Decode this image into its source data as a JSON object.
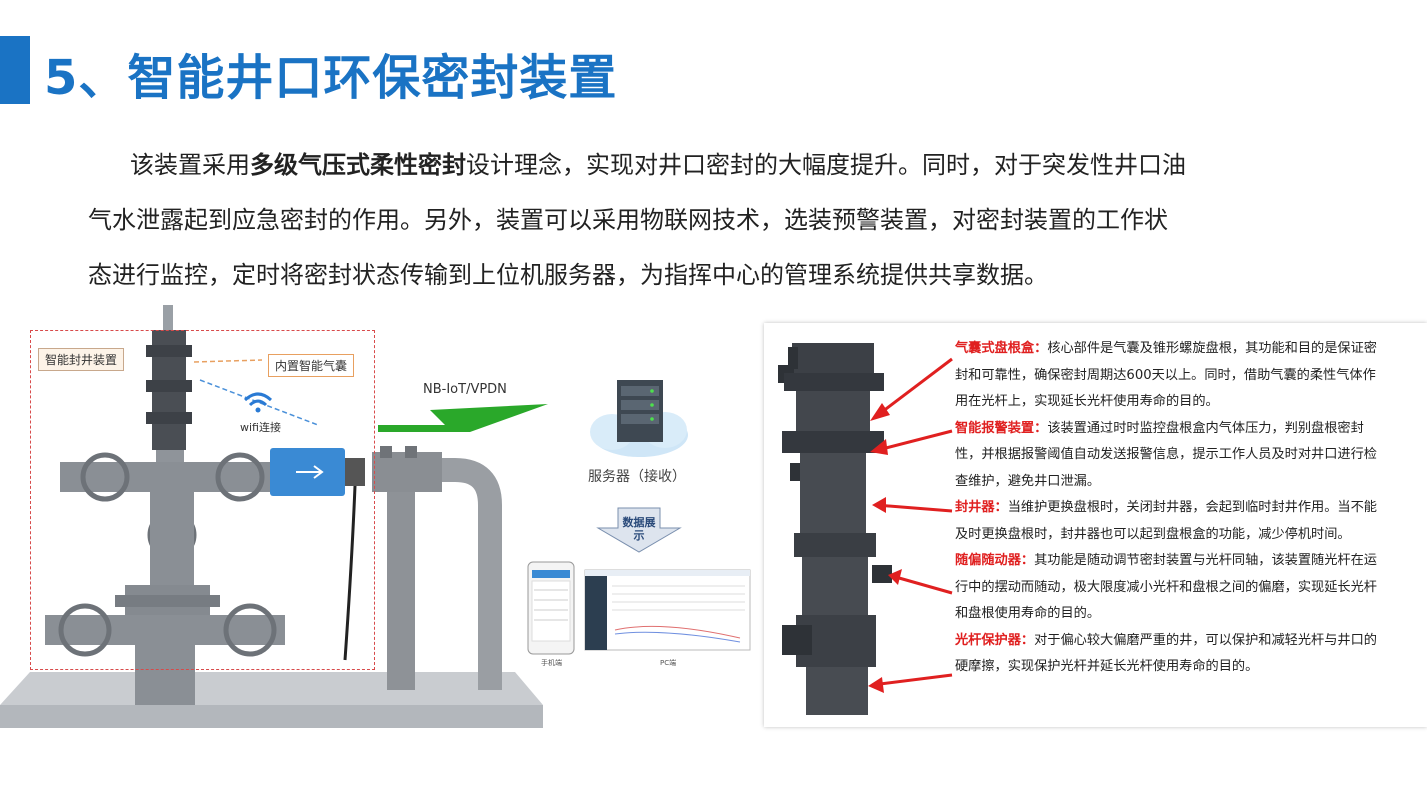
{
  "title": "5、智能井口环保密封装置",
  "intro": {
    "line1_pre": "该装置采用",
    "line1_bold": "多级气压式柔性密封",
    "line1_post": "设计理念，实现对井口密封的大幅度提升。同时，对于突发性井口油",
    "line2": "气水泄露起到应急密封的作用。另外，装置可以采用物联网技术，选装预警装置，对密封装置的工作状",
    "line3": "态进行监控，定时将密封状态传输到上位机服务器，为指挥中心的管理系统提供共享数据。"
  },
  "diagram": {
    "callout_seal": "智能封井装置",
    "callout_airbag": "内置智能气囊",
    "wifi": "wifi连接",
    "network": "NB-IoT/VPDN",
    "server": "服务器（接收）",
    "data_show": "数据展示",
    "phone": "手机端",
    "pc": "PC端"
  },
  "descriptions": [
    {
      "key": "气囊式盘根盒：",
      "text": "核心部件是气囊及锥形螺旋盘根，其功能和目的是保证密封和可靠性，确保密封周期达600天以上。同时，借助气囊的柔性气体作用在光杆上，实现延长光杆使用寿命的目的。"
    },
    {
      "key": "智能报警装置：",
      "text": "该装置通过时时监控盘根盒内气体压力，判别盘根密封性，并根据报警阈值自动发送报警信息，提示工作人员及时对井口进行检查维护，避免井口泄漏。"
    },
    {
      "key": "封井器：",
      "text": "当维护更换盘根时，关闭封井器，会起到临时封井作用。当不能及时更换盘根时，封井器也可以起到盘根盒的功能，减少停机时间。"
    },
    {
      "key": "随偏随动器：",
      "text": "其功能是随动调节密封装置与光杆同轴，该装置随光杆在运行中的摆动而随动，极大限度减小光杆和盘根之间的偏磨，实现延长光杆和盘根使用寿命的目的。"
    },
    {
      "key": "光杆保护器：",
      "text": "对于偏心较大偏磨严重的井，可以保护和减轻光杆与井口的硬摩擦，实现保护光杆并延长光杆使用寿命的目的。"
    }
  ],
  "colors": {
    "title": "#1a73c4",
    "highlight": "#e02020",
    "arrow": "#2aa82a"
  }
}
